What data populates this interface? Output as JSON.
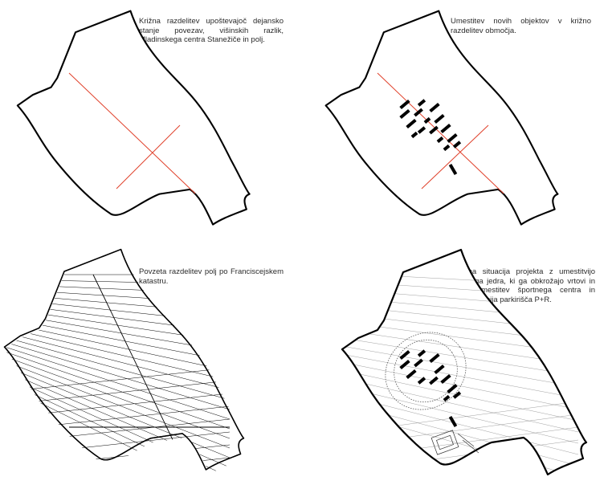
{
  "panels": [
    {
      "id": "cross",
      "caption": "Križna razdelitev upoštevajoč dejansko stanje povezav, višinskih razlik, Mladinskega centra Stanežiče in polj."
    },
    {
      "id": "objects",
      "caption": "Umestitev novih objektov v križno razdelitev območja."
    },
    {
      "id": "fields",
      "caption": "Povzeta razdelitev polj po Franciscejskem katastru."
    },
    {
      "id": "final",
      "caption": "Končna situacija projekta z umestitvijo bivalnega jedra, ki ga obkrožajo vrtovi in polja, umestitev športnega centra in rekonstrukcija parkirišča P+R."
    }
  ],
  "colors": {
    "division_line": "#e0402a",
    "outline": "#000000"
  }
}
